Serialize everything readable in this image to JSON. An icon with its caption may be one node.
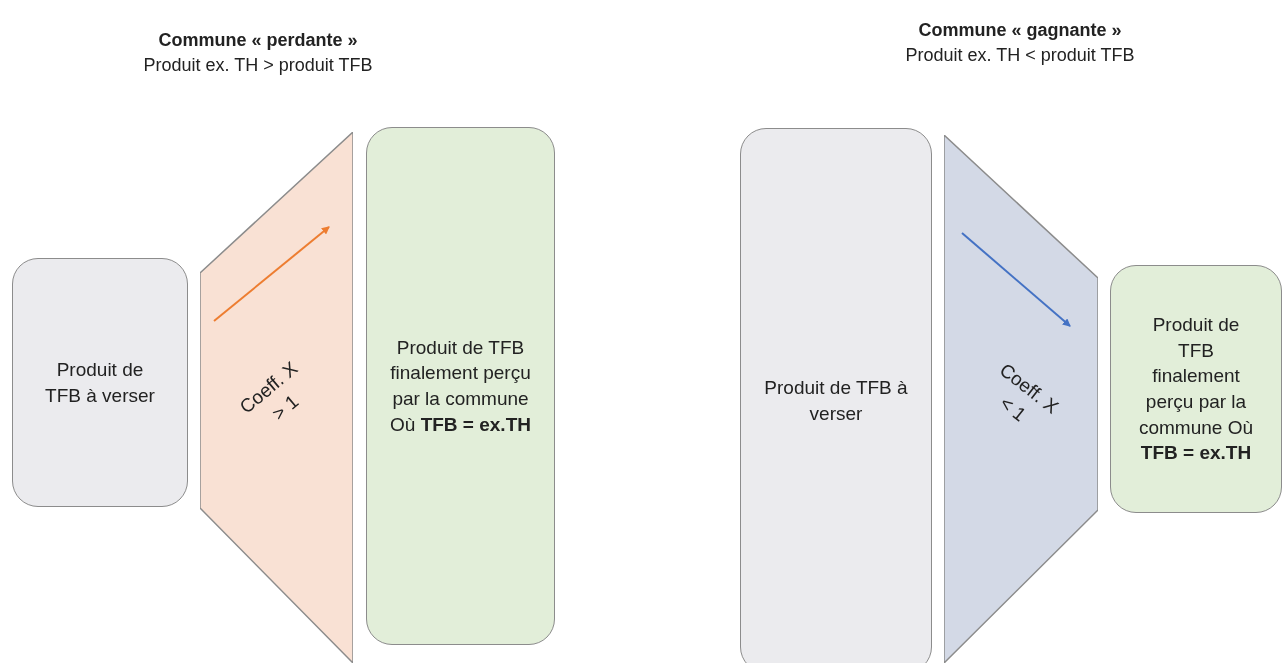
{
  "diagram": {
    "nodes": [
      {
        "text": [
          "Produit de TFB à verser"
        ]
      },
      {
        "text": [
          "Coeff. X > 1"
        ]
      },
      {
        "text": [
          "Produit de TFB finalement perçu par la commune Où **TFB = ex.TH**"
        ]
      },
      {
        "text": [
          "Produit de TFB à verser"
        ]
      },
      {
        "text": [
          "Coeff. X < 1"
        ]
      },
      {
        "text": [
          "Produit de TFB finalement perçu par la commune Où **TFB = ex.TH**"
        ]
      }
    ],
    "labels": [
      "Commune « perdante »",
      "Produit ex. TH > produit TFB",
      "Commune « gagnante »",
      "Produit ex. TH < produit TFB"
    ]
  }
}
